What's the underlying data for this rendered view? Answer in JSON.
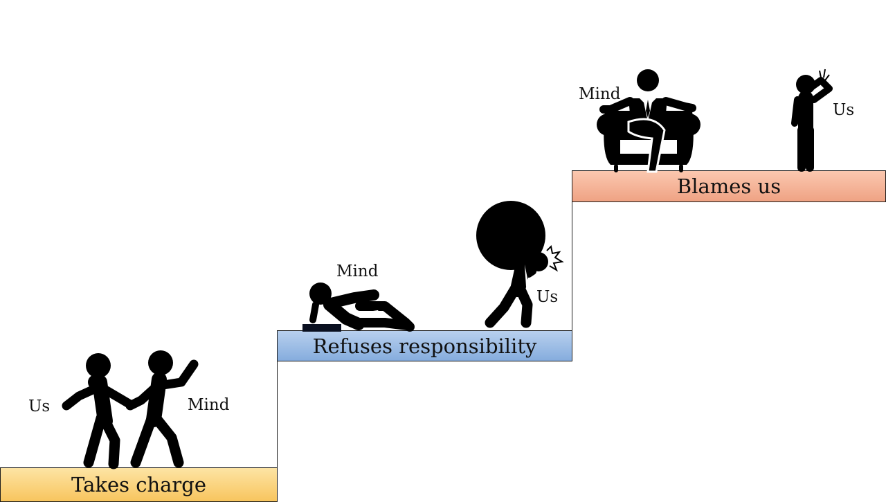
{
  "steps": [
    {
      "label": "Takes charge",
      "color": "#f8c55e"
    },
    {
      "label": "Refuses responsibility",
      "color": "#85acdd"
    },
    {
      "label": "Blames us",
      "color": "#efa283"
    }
  ],
  "scene1": {
    "us_label": "Us",
    "mind_label": "Mind",
    "icon": "two-people-walking-icon"
  },
  "scene2": {
    "mind_label": "Mind",
    "us_label": "Us",
    "mind_icon": "reclining-person-icon",
    "us_icon": "person-carrying-boulder-icon"
  },
  "scene3": {
    "mind_label": "Mind",
    "us_label": "Us",
    "mind_icon": "boss-in-armchair-icon",
    "us_icon": "person-in-pain-icon"
  }
}
